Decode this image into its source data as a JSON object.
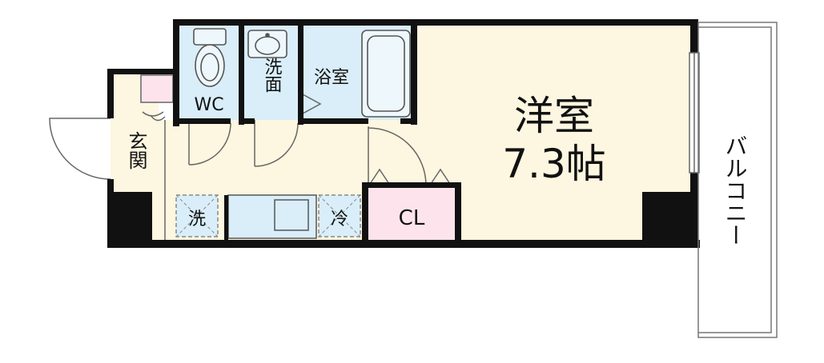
{
  "rooms": {
    "western_room": {
      "name": "洋室",
      "size": "7.3帖"
    },
    "bath": "浴室",
    "toilet": "WC",
    "washroom": "洗面",
    "entrance": "玄関",
    "closet": "CL",
    "washer": "洗",
    "fridge": "冷",
    "balcony": "バルコニー"
  },
  "colors": {
    "room_fill": "#fdf6e0",
    "wet_area_fill": "#d9eef9",
    "closet_fill": "#fde4ec",
    "wall": "#111111"
  }
}
